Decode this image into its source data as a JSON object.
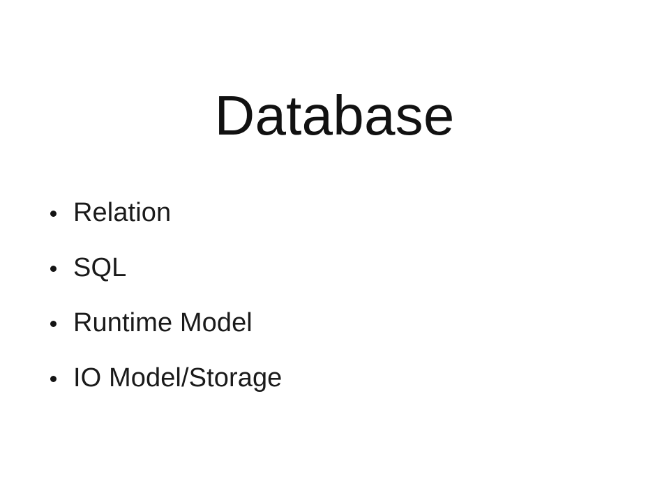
{
  "slide": {
    "background_color": "#ffffff",
    "title": "Database",
    "title_color": "#111111",
    "bullet_color": "#141414",
    "text_color": "#1a1a1a",
    "bullets": [
      {
        "label": "Relation"
      },
      {
        "label": "SQL"
      },
      {
        "label": "Runtime Model"
      },
      {
        "label": "IO Model/Storage"
      }
    ]
  }
}
